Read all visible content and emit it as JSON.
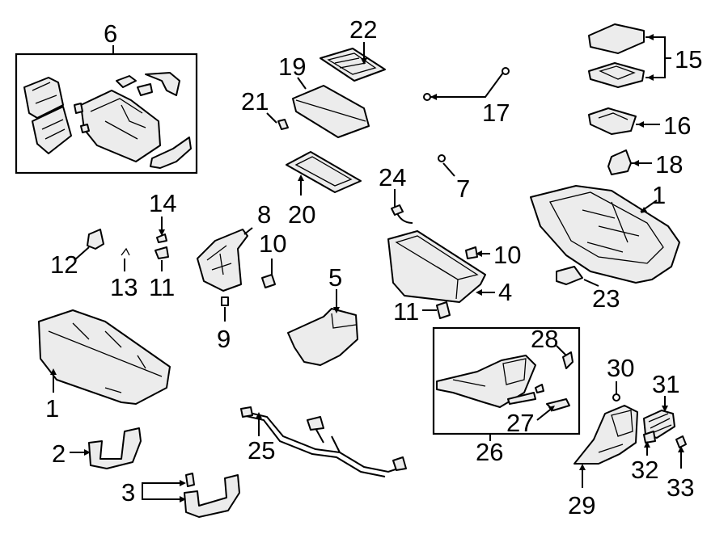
{
  "diagram": {
    "callouts": [
      {
        "id": "lbl-6",
        "text": "6"
      },
      {
        "id": "lbl-22",
        "text": "22"
      },
      {
        "id": "lbl-19",
        "text": "19"
      },
      {
        "id": "lbl-21",
        "text": "21"
      },
      {
        "id": "lbl-17",
        "text": "17"
      },
      {
        "id": "lbl-15",
        "text": "15"
      },
      {
        "id": "lbl-16",
        "text": "16"
      },
      {
        "id": "lbl-18",
        "text": "18"
      },
      {
        "id": "lbl-7",
        "text": "7"
      },
      {
        "id": "lbl-24",
        "text": "24"
      },
      {
        "id": "lbl-20",
        "text": "20"
      },
      {
        "id": "lbl-14",
        "text": "14"
      },
      {
        "id": "lbl-8",
        "text": "8"
      },
      {
        "id": "lbl-10a",
        "text": "10"
      },
      {
        "id": "lbl-10b",
        "text": "10"
      },
      {
        "id": "lbl-1a",
        "text": "1"
      },
      {
        "id": "lbl-1b",
        "text": "1"
      },
      {
        "id": "lbl-12",
        "text": "12"
      },
      {
        "id": "lbl-13",
        "text": "13"
      },
      {
        "id": "lbl-11a",
        "text": "11"
      },
      {
        "id": "lbl-11b",
        "text": "11"
      },
      {
        "id": "lbl-5",
        "text": "5"
      },
      {
        "id": "lbl-4",
        "text": "4"
      },
      {
        "id": "lbl-23",
        "text": "23"
      },
      {
        "id": "lbl-9",
        "text": "9"
      },
      {
        "id": "lbl-28",
        "text": "28"
      },
      {
        "id": "lbl-30",
        "text": "30"
      },
      {
        "id": "lbl-31",
        "text": "31"
      },
      {
        "id": "lbl-27",
        "text": "27"
      },
      {
        "id": "lbl-2",
        "text": "2"
      },
      {
        "id": "lbl-25",
        "text": "25"
      },
      {
        "id": "lbl-26",
        "text": "26"
      },
      {
        "id": "lbl-32",
        "text": "32"
      },
      {
        "id": "lbl-3",
        "text": "3"
      },
      {
        "id": "lbl-33",
        "text": "33"
      },
      {
        "id": "lbl-29",
        "text": "29"
      }
    ]
  }
}
